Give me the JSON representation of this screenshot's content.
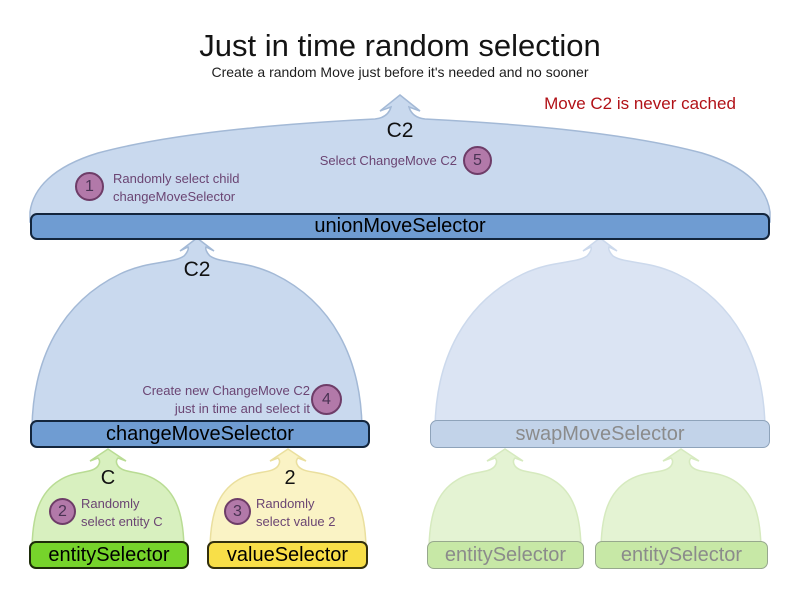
{
  "header": {
    "title": "Just in time random selection",
    "subtitle": "Create a random Move just before it's needed and no sooner",
    "note": "Move C2 is never cached"
  },
  "steps": [
    {
      "num": "1",
      "lines": [
        "Randomly select child",
        "changeMoveSelector"
      ]
    },
    {
      "num": "2",
      "lines": [
        "Randomly",
        "select entity C"
      ]
    },
    {
      "num": "3",
      "lines": [
        "Randomly",
        "select value 2"
      ]
    },
    {
      "num": "4",
      "lines": [
        "Create new ChangeMove C2",
        "just in time and select it"
      ]
    },
    {
      "num": "5",
      "lines": [
        "Select ChangeMove C2"
      ]
    }
  ],
  "selectors": {
    "union": {
      "label": "unionMoveSelector",
      "selected_move": "C2"
    },
    "change": {
      "label": "changeMoveSelector",
      "selected_move": "C2"
    },
    "swap": {
      "label": "swapMoveSelector"
    },
    "entity": {
      "label": "entitySelector",
      "selected": "C"
    },
    "value": {
      "label": "valueSelector",
      "selected": "2"
    },
    "faded_entities": [
      {
        "label": "entitySelector"
      },
      {
        "label": "entitySelector"
      }
    ]
  },
  "colors": {
    "active_bar_blue": "#6f9cd2",
    "faded_bar_blue": "#c2d3e9",
    "entity_bar_green": "#76d42b",
    "value_bar_yellow": "#f8df48",
    "faded_bar_green": "#c7e8a6",
    "dome_blue": "#c9d9ee",
    "dome_blue_faded": "#dbe4f3",
    "dome_green": "#d8f0bf",
    "dome_green_faded": "#e4f3d3",
    "dome_yellow": "#faf3c5",
    "step_circle": "#b279a9",
    "step_circle_border": "#6e3d68",
    "annotation_purple": "#6b4573",
    "note_red": "#b11117"
  }
}
